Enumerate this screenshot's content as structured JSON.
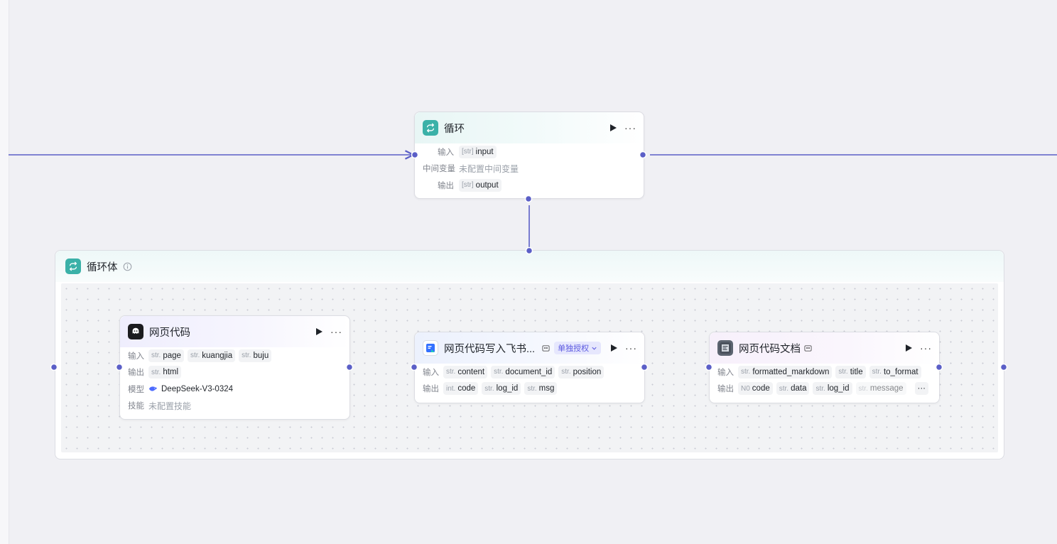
{
  "loop_node": {
    "title": "循环",
    "input_label": "输入",
    "input_param": {
      "type": "[str]",
      "name": "input"
    },
    "middle_label": "中间变量",
    "middle_value": "未配置中间变量",
    "output_label": "输出",
    "output_param": {
      "type": "[str]",
      "name": "output"
    }
  },
  "loop_body": {
    "title": "循环体"
  },
  "node_code": {
    "title": "网页代码",
    "input_label": "输入",
    "inputs": [
      {
        "type": "str.",
        "name": "page"
      },
      {
        "type": "str.",
        "name": "kuangjia"
      },
      {
        "type": "str.",
        "name": "buju"
      }
    ],
    "output_label": "输出",
    "outputs": [
      {
        "type": "str.",
        "name": "html"
      }
    ],
    "model_label": "模型",
    "model_name": "DeepSeek-V3-0324",
    "skill_label": "技能",
    "skill_value": "未配置技能"
  },
  "node_feishu": {
    "title": "网页代码写入飞书...",
    "auth_label": "单独授权",
    "input_label": "输入",
    "inputs": [
      {
        "type": "str.",
        "name": "content"
      },
      {
        "type": "str.",
        "name": "document_id"
      },
      {
        "type": "str.",
        "name": "position"
      }
    ],
    "output_label": "输出",
    "outputs": [
      {
        "type": "int.",
        "name": "code"
      },
      {
        "type": "str.",
        "name": "log_id"
      },
      {
        "type": "str.",
        "name": "msg"
      }
    ]
  },
  "node_doc": {
    "title": "网页代码文档",
    "input_label": "输入",
    "inputs": [
      {
        "type": "str.",
        "name": "formatted_markdown"
      },
      {
        "type": "str.",
        "name": "title"
      },
      {
        "type": "str.",
        "name": "to_format"
      }
    ],
    "output_label": "输出",
    "outputs": [
      {
        "type": "N0",
        "name": "code"
      },
      {
        "type": "str.",
        "name": "data"
      },
      {
        "type": "str.",
        "name": "log_id"
      },
      {
        "type": "str.",
        "name": "message"
      }
    ],
    "more": "···"
  },
  "icons": {
    "loop": "loop-arrows-icon",
    "play": "play-icon",
    "more": "more-dots-icon",
    "info": "info-icon",
    "llm": "llm-face-icon",
    "feishu_doc": "feishu-doc-icon",
    "doc_plugin": "doc-plugin-icon",
    "plugin_badge": "plugin-badge-icon",
    "model": "deepseek-whale-icon",
    "chevron": "chevron-down-icon"
  },
  "colors": {
    "edge": "#5b5fc7",
    "accent": "#3bb1a8",
    "auth_bg": "#e6e7fd",
    "auth_text": "#5b59e0"
  }
}
